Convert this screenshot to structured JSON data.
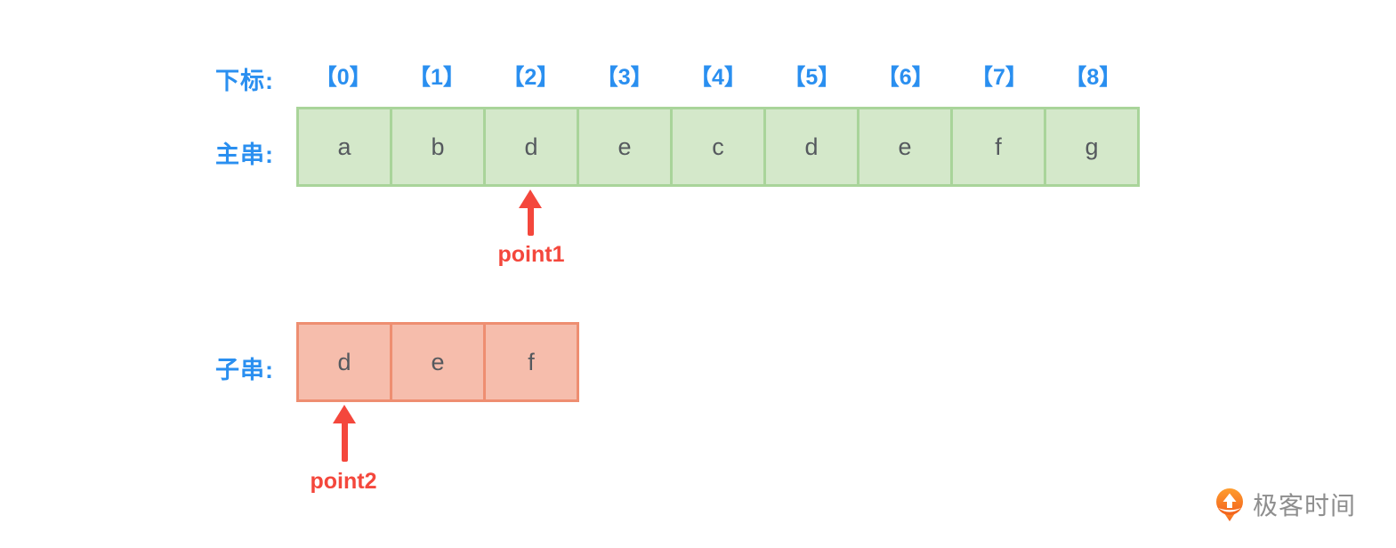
{
  "diagram": {
    "index_row": {
      "label": "下标:",
      "indices": [
        "【0】",
        "【1】",
        "【2】",
        "【3】",
        "【4】",
        "【5】",
        "【6】",
        "【7】",
        "【8】"
      ]
    },
    "main_string": {
      "label": "主串:",
      "cells": [
        "a",
        "b",
        "d",
        "e",
        "c",
        "d",
        "e",
        "f",
        "g"
      ]
    },
    "sub_string": {
      "label": "子串:",
      "cells": [
        "d",
        "e",
        "f"
      ]
    },
    "pointer1": {
      "label": "point1",
      "points_to": "main_string index 2"
    },
    "pointer2": {
      "label": "point2",
      "points_to": "sub_string index 0"
    }
  },
  "branding": {
    "logo_text": "极客时间",
    "logo_icon": "geektime-logo-icon"
  },
  "colors": {
    "accent_blue": "#2a8ff0",
    "main_cell_fill": "#d4e8ca",
    "main_cell_border": "#a9d49a",
    "sub_cell_fill": "#f6bdac",
    "sub_cell_border": "#ee8e71",
    "pointer_red": "#f4473c",
    "cell_letter": "#55595e",
    "logo_orange": "#f2611c",
    "logo_text_gray": "#8e8e8e"
  }
}
